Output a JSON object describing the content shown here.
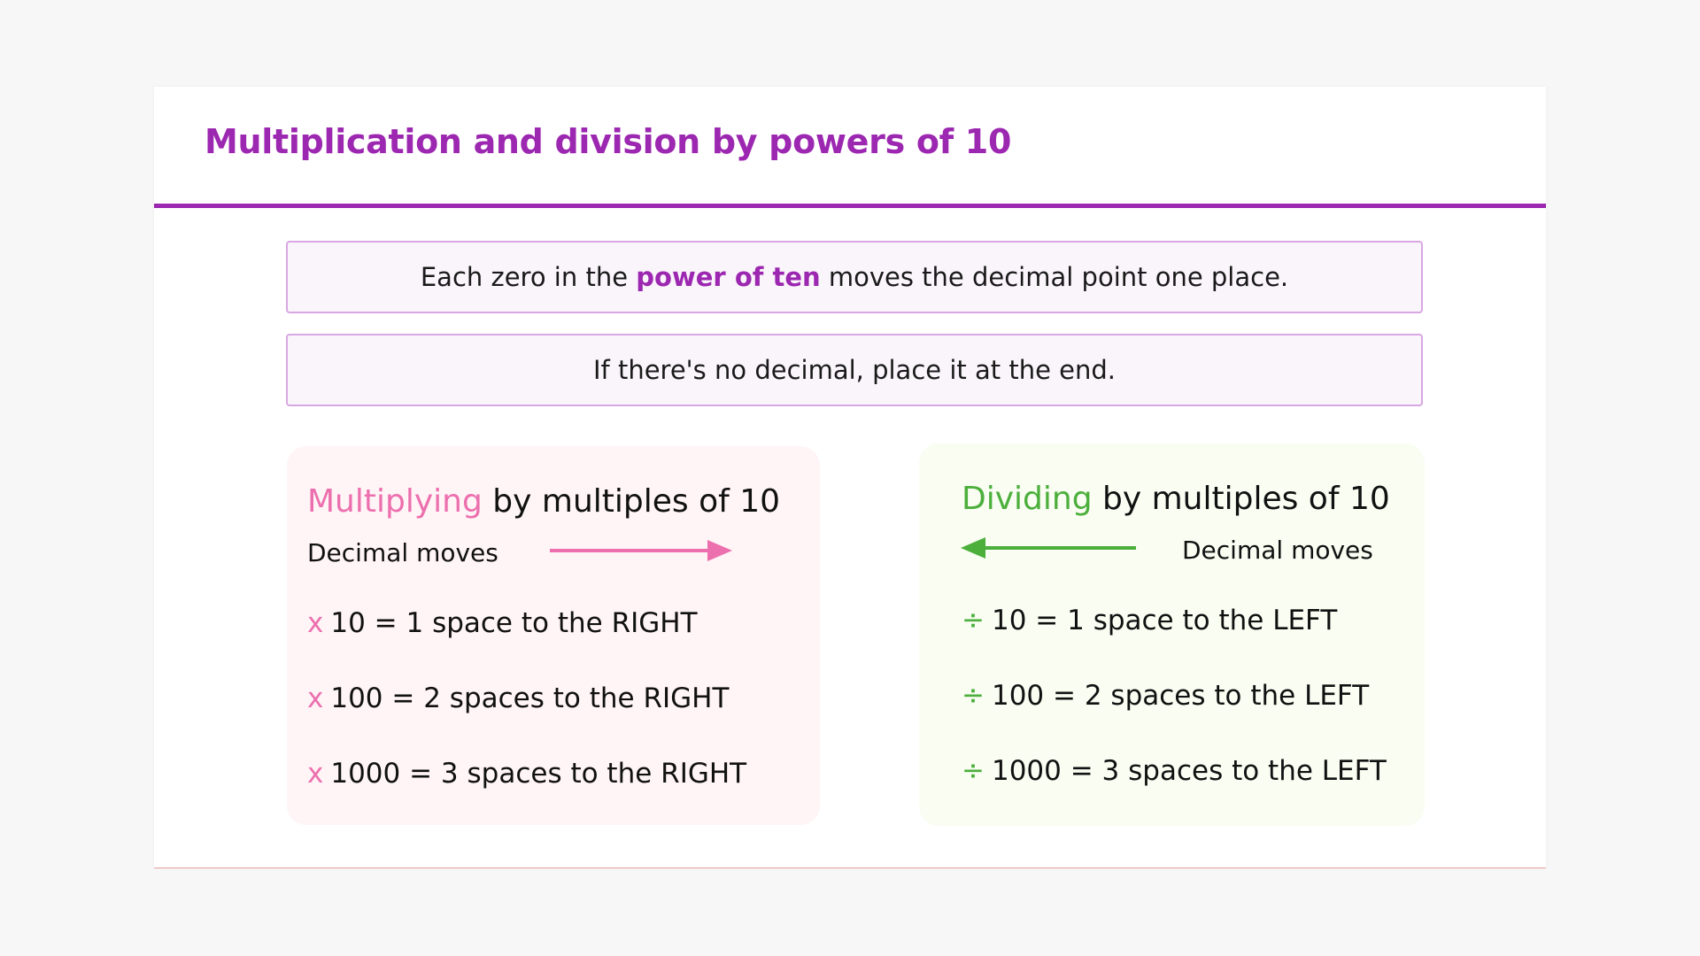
{
  "title": "Multiplication and division by powers of 10",
  "info_boxes": {
    "first": {
      "before": "Each zero in the ",
      "highlight": "power of ten",
      "after": " moves the decimal point one place."
    },
    "second": "If there's no decimal, place it at the end."
  },
  "multiply": {
    "accent_word": "Multiplying",
    "heading_rest": " by multiples of 10",
    "decimal_label": "Decimal moves",
    "arrow": "arrow-right-icon",
    "operator": "x",
    "rules": [
      "10 = 1 space to the RIGHT",
      "100 = 2 spaces to the RIGHT",
      "1000 = 3 spaces to the RIGHT"
    ]
  },
  "divide": {
    "accent_word": "Dividing",
    "heading_rest": " by multiples of 10",
    "decimal_label": "Decimal moves",
    "arrow": "arrow-left-icon",
    "operator": "÷",
    "rules": [
      "10 = 1 space to the LEFT",
      "100 = 2 spaces to the LEFT",
      "1000 = 3 spaces to the LEFT"
    ]
  },
  "colors": {
    "title": "#9c27b0",
    "pink_accent": "#ec6fae",
    "green_accent": "#4caf3c",
    "pink_panel": "#fff4f6",
    "green_panel": "#f9fdf2"
  }
}
